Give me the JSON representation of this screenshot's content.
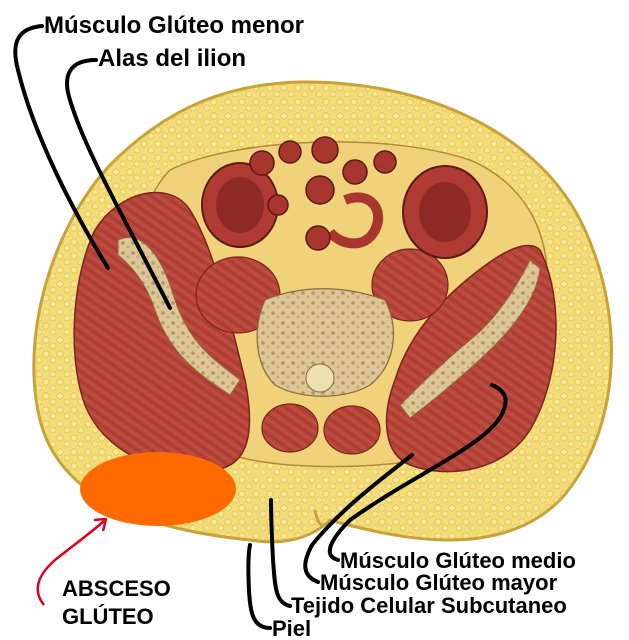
{
  "labels": {
    "gluteo_menor": "Músculo Glúteo menor",
    "alas_ilion": "Alas del ilion",
    "gluteo_medio": "Músculo Glúteo medio",
    "gluteo_mayor": "Músculo Glúteo mayor",
    "tejido_celular": "Tejido Celular Subcutaneo",
    "piel": "Piel",
    "absceso_line1": "ABSCESO",
    "absceso_line2": "GLÚTEO"
  },
  "colors": {
    "fat": "#f2d870",
    "skin_outline": "#c9a23a",
    "muscle": "#b8453a",
    "muscle_dark": "#8e2e26",
    "bone": "#d9bf8f",
    "abscess": "#ff6a00",
    "arrow": "#e0001a",
    "leader": "#000000"
  }
}
